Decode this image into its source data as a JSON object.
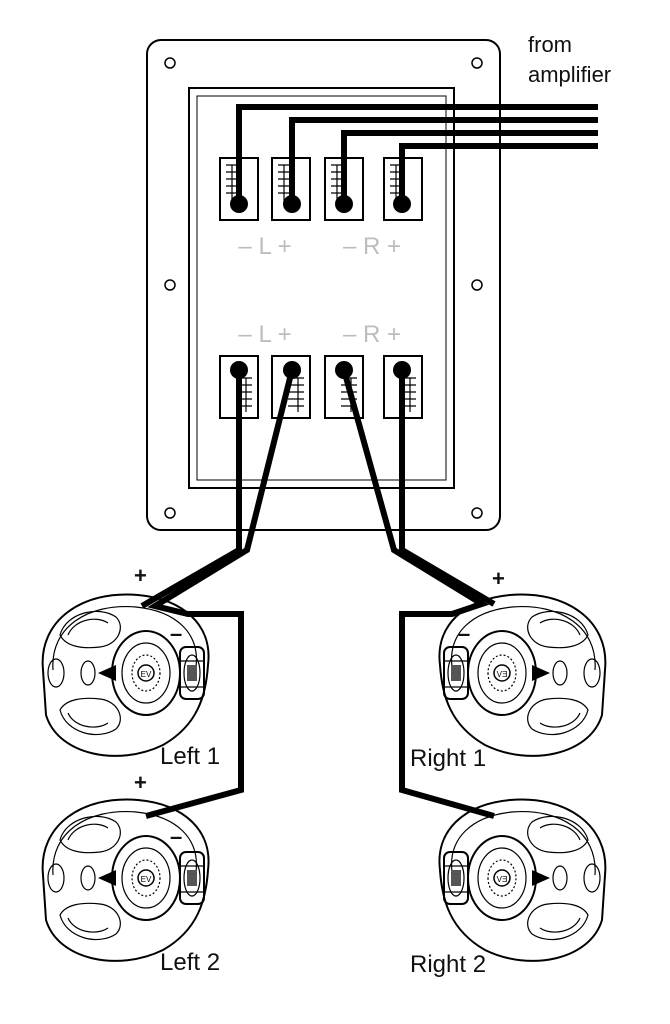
{
  "source_label_line1": "from",
  "source_label_line2": "amplifier",
  "input_terminals": {
    "left": "– L +",
    "right": "– R +"
  },
  "output_terminals": {
    "left": "– L +",
    "right": "– R +"
  },
  "polarity": {
    "plus": "+",
    "minus": "–"
  },
  "speakers": {
    "left1": "Left 1",
    "left2": "Left 2",
    "right1": "Right 1",
    "right2": "Right 2"
  },
  "colors": {
    "line": "#000000",
    "terminal_label": "#bdbdbd",
    "background": "#ffffff"
  }
}
